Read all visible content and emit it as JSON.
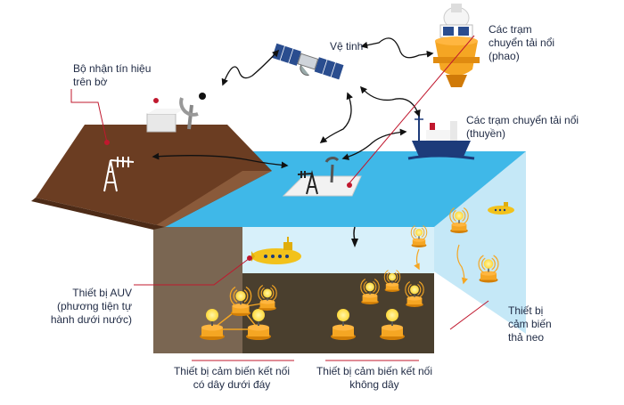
{
  "labels": {
    "satellite": [
      "Vệ tinh"
    ],
    "shore_receiver": [
      "Bộ nhận tín hiệu",
      "trên bờ"
    ],
    "buoy_stations": [
      "Các trạm",
      "chuyển tải nổi",
      "(phao)"
    ],
    "ship_stations": [
      "Các trạm chuyển tải nổi",
      "(thuyền)"
    ],
    "auv": [
      "Thiết bị AUV",
      "(phương tiện tự",
      "hành dưới nước)"
    ],
    "wired_sensors": [
      "Thiết bị cảm biến kết nối",
      "có dây dưới đáy"
    ],
    "wireless_sensors": [
      "Thiết bị cảm biến kết nối",
      "không dây"
    ],
    "anchored_sensors": [
      "Thiết bị",
      "cảm biến",
      "thả neo"
    ]
  },
  "colors": {
    "land_top": "#6b3d22",
    "land_side": "#7a6652",
    "water_surface": "#3fb8e8",
    "water_front": "#d7f0fa",
    "seabed": "#4a3f2e",
    "sensor_body": "#f5a623",
    "sensor_bulb": "#ffd83a",
    "callout": "#c0182e",
    "text": "#1f2a44"
  }
}
